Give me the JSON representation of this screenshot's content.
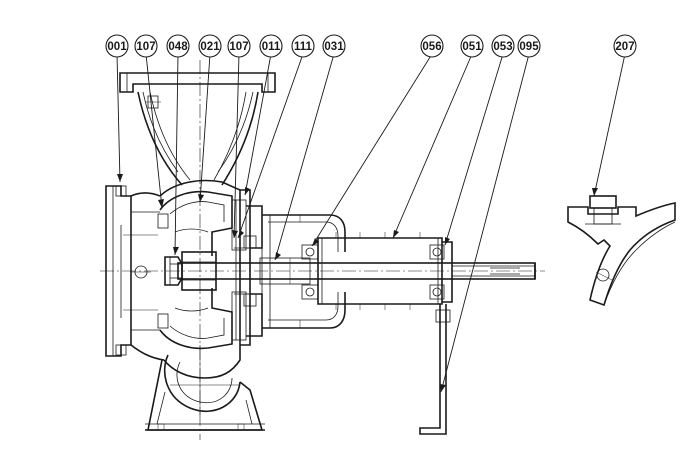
{
  "callouts": [
    {
      "id": "c001",
      "label": "001"
    },
    {
      "id": "c107a",
      "label": "107"
    },
    {
      "id": "c048",
      "label": "048"
    },
    {
      "id": "c021",
      "label": "021"
    },
    {
      "id": "c107b",
      "label": "107"
    },
    {
      "id": "c011",
      "label": "011"
    },
    {
      "id": "c111",
      "label": "111"
    },
    {
      "id": "c031",
      "label": "031"
    },
    {
      "id": "c056",
      "label": "056"
    },
    {
      "id": "c051",
      "label": "051"
    },
    {
      "id": "c053",
      "label": "053"
    },
    {
      "id": "c095",
      "label": "095"
    },
    {
      "id": "c207",
      "label": "207"
    }
  ],
  "colors": {
    "line": "#1a1a1a",
    "background": "#ffffff"
  }
}
